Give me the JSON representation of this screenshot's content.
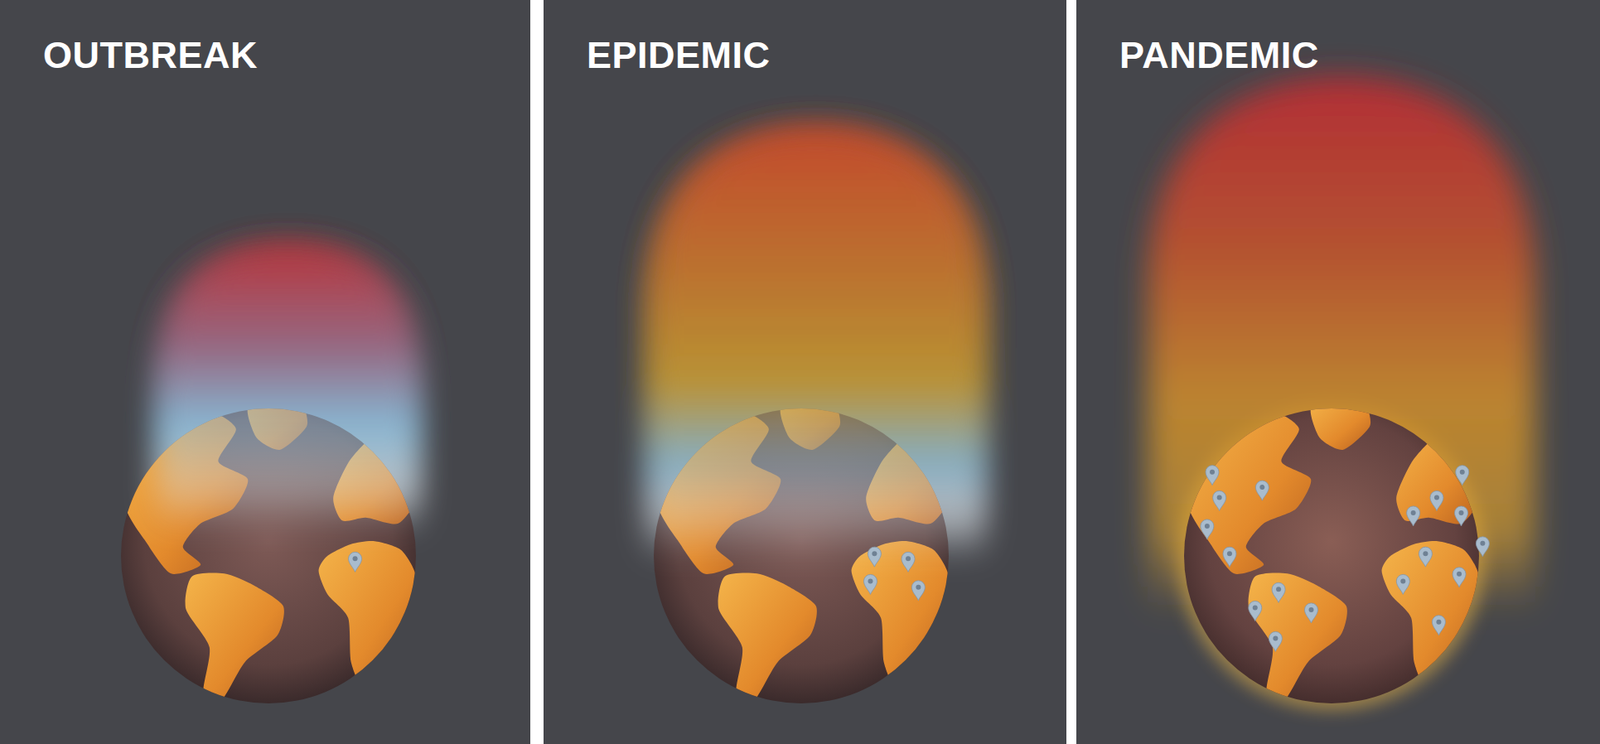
{
  "diagram": {
    "nodes": [
      {
        "text": [
          "OUTBREAK"
        ]
      },
      {
        "text": [
          "EPIDEMIC"
        ]
      },
      {
        "text": [
          "PANDEMIC"
        ]
      }
    ]
  }
}
